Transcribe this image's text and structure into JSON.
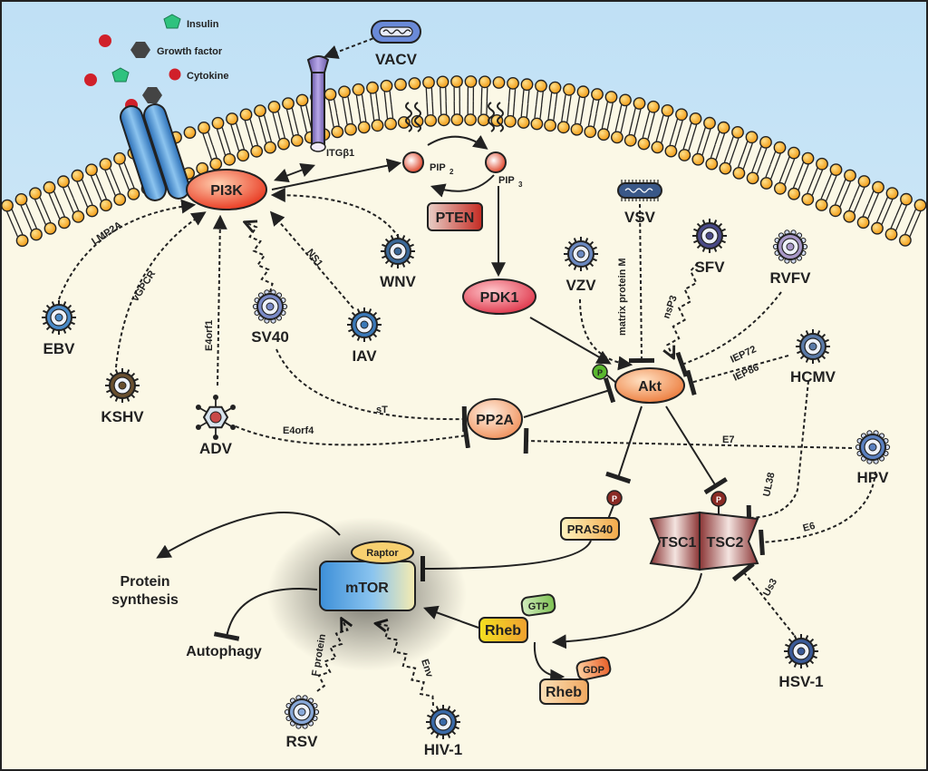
{
  "legend": {
    "insulin": "Insulin",
    "growth_factor": "Growth factor",
    "cytokine": "Cytokine"
  },
  "nodes": {
    "pi3k": "PI3K",
    "itgb1": "ITGβ1",
    "pip2": "PIP",
    "pip2_sub": "2",
    "pip3": "PIP",
    "pip3_sub": "3",
    "pten": "PTEN",
    "pdk1": "PDK1",
    "akt": "Akt",
    "p": "P",
    "pp2a": "PP2A",
    "pras40": "PRAS40",
    "tsc1": "TSC1",
    "tsc2": "TSC2",
    "mtor": "mTOR",
    "raptor": "Raptor",
    "rheb_gtp": "Rheb",
    "gtp": "GTP",
    "rheb_gdp": "Rheb",
    "gdp": "GDP",
    "protein_synthesis_1": "Protein",
    "protein_synthesis_2": "synthesis",
    "autophagy": "Autophagy"
  },
  "viruses": {
    "vacv": "VACV",
    "ebv": "EBV",
    "kshv": "KSHV",
    "adv": "ADV",
    "sv40": "SV40",
    "iav": "IAV",
    "wnv": "WNV",
    "vsv": "VSV",
    "vzv": "VZV",
    "sfv": "SFV",
    "rvfv": "RVFV",
    "hcmv": "HCMV",
    "hpv": "HPV",
    "hsv1": "HSV-1",
    "rsv": "RSV",
    "hiv1": "HIV-1"
  },
  "edge_labels": {
    "lmp2a": "LMP2A",
    "vgpcr": "vGPCR",
    "e4orf1": "E4orf1",
    "ns1": "NS1",
    "st": "sT",
    "e4orf4": "E4orf4",
    "matrix_protein_m": "matrix protein M",
    "nsp3": "nsP3",
    "iep72": "IEP72",
    "iep86": "IEP86",
    "e7": "E7",
    "ul38": "UL38",
    "e6": "E6",
    "us3": "Us3",
    "f_protein": "F protein",
    "env": "Env"
  },
  "colors": {
    "extracellular": "#cfe8f7",
    "cytoplasm": "#fbf8e8",
    "lipid_head": "#f6a623",
    "pi3k": "#ee4b2b",
    "pten": "#c8322a",
    "pdk1": "#e03a4a",
    "akt": "#f08040",
    "tsc": "#a04848",
    "mtor": "#4a9ee0",
    "raptor": "#f7d070",
    "insulin": "#2ec27e",
    "growth_factor": "#444444",
    "cytokine": "#d0202a"
  }
}
